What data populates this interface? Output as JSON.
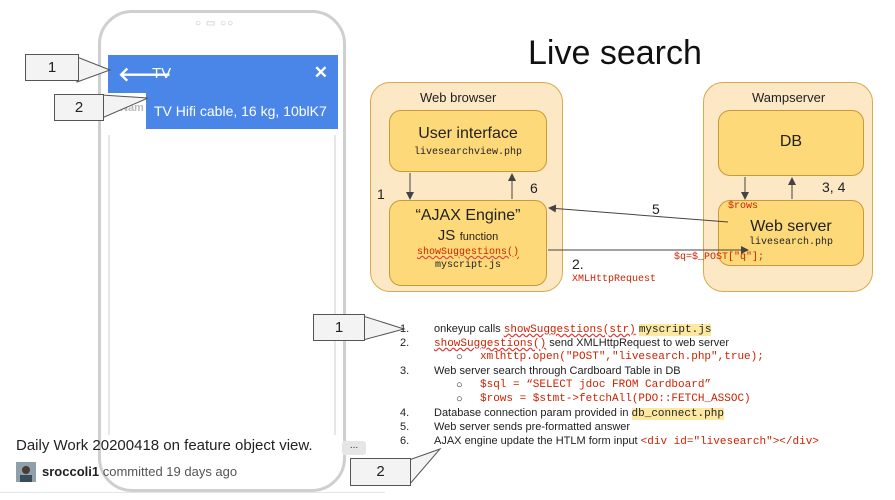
{
  "phone": {
    "speaker_glyphs": "○ ▭ ○○",
    "search_query": "TV",
    "back_icon": "arrow-left-icon",
    "close_glyph": "✕",
    "back_glyph": "🡐",
    "suggestion": "TV Hifi cable, 16 kg, 10blK7",
    "under_label": "Nam"
  },
  "callouts": [
    "1",
    "2",
    "1",
    "2"
  ],
  "diagram": {
    "title": "Live search",
    "browser_label": "Web browser",
    "server_label": "Wampserver",
    "ui_title": "User interface",
    "ui_file": "livesearchview.php",
    "ajax_title": "“AJAX Engine”",
    "ajax_js": "JS",
    "ajax_function": "function",
    "ajax_call": "showSuggestions()",
    "ajax_file": "myscript.js",
    "db_title": "DB",
    "ws_title": "Web server",
    "ws_file": "livesearch.php",
    "rows_var": "$rows",
    "post_var": "$q=$_POST[\"q\"];",
    "step1": "1",
    "step6": "6",
    "step5": "5",
    "step34": "3, 4",
    "step2": "2.",
    "xhr": "XMLHttpRequest"
  },
  "steps": [
    {
      "num": "1.",
      "parts": [
        "onkeyup calls ",
        "showSuggestions(str)",
        " ",
        "myscript.js"
      ]
    },
    {
      "num": "2.",
      "parts": [
        "showSuggestions()",
        " send XMLHttpRequest to web server"
      ]
    },
    {
      "num": "○",
      "parts": [
        "xmlhttp.open(\"POST\",\"livesearch.php\",true);"
      ]
    },
    {
      "num": "3.",
      "parts": [
        "Web server search through Cardboard Table in DB"
      ]
    },
    {
      "num": "○",
      "parts": [
        "$sql = “SELECT jdoc FROM Cardboard”"
      ]
    },
    {
      "num": "○",
      "parts": [
        "$rows = $stmt->fetchAll(PDO::FETCH_ASSOC)"
      ]
    },
    {
      "num": "4.",
      "parts": [
        "Database connection param provided in ",
        "db_connect.php"
      ]
    },
    {
      "num": "5.",
      "parts": [
        "Web server sends pre-formatted answer"
      ]
    },
    {
      "num": "6.",
      "parts": [
        "AJAX engine update the HTLM form input ",
        "<div id=\"livesearch\"></div>"
      ]
    }
  ],
  "commit": {
    "title": "Daily Work 20200418 on feature object view.",
    "dots": "...",
    "author": "sroccoli1",
    "meta": "committed 19 days ago"
  }
}
